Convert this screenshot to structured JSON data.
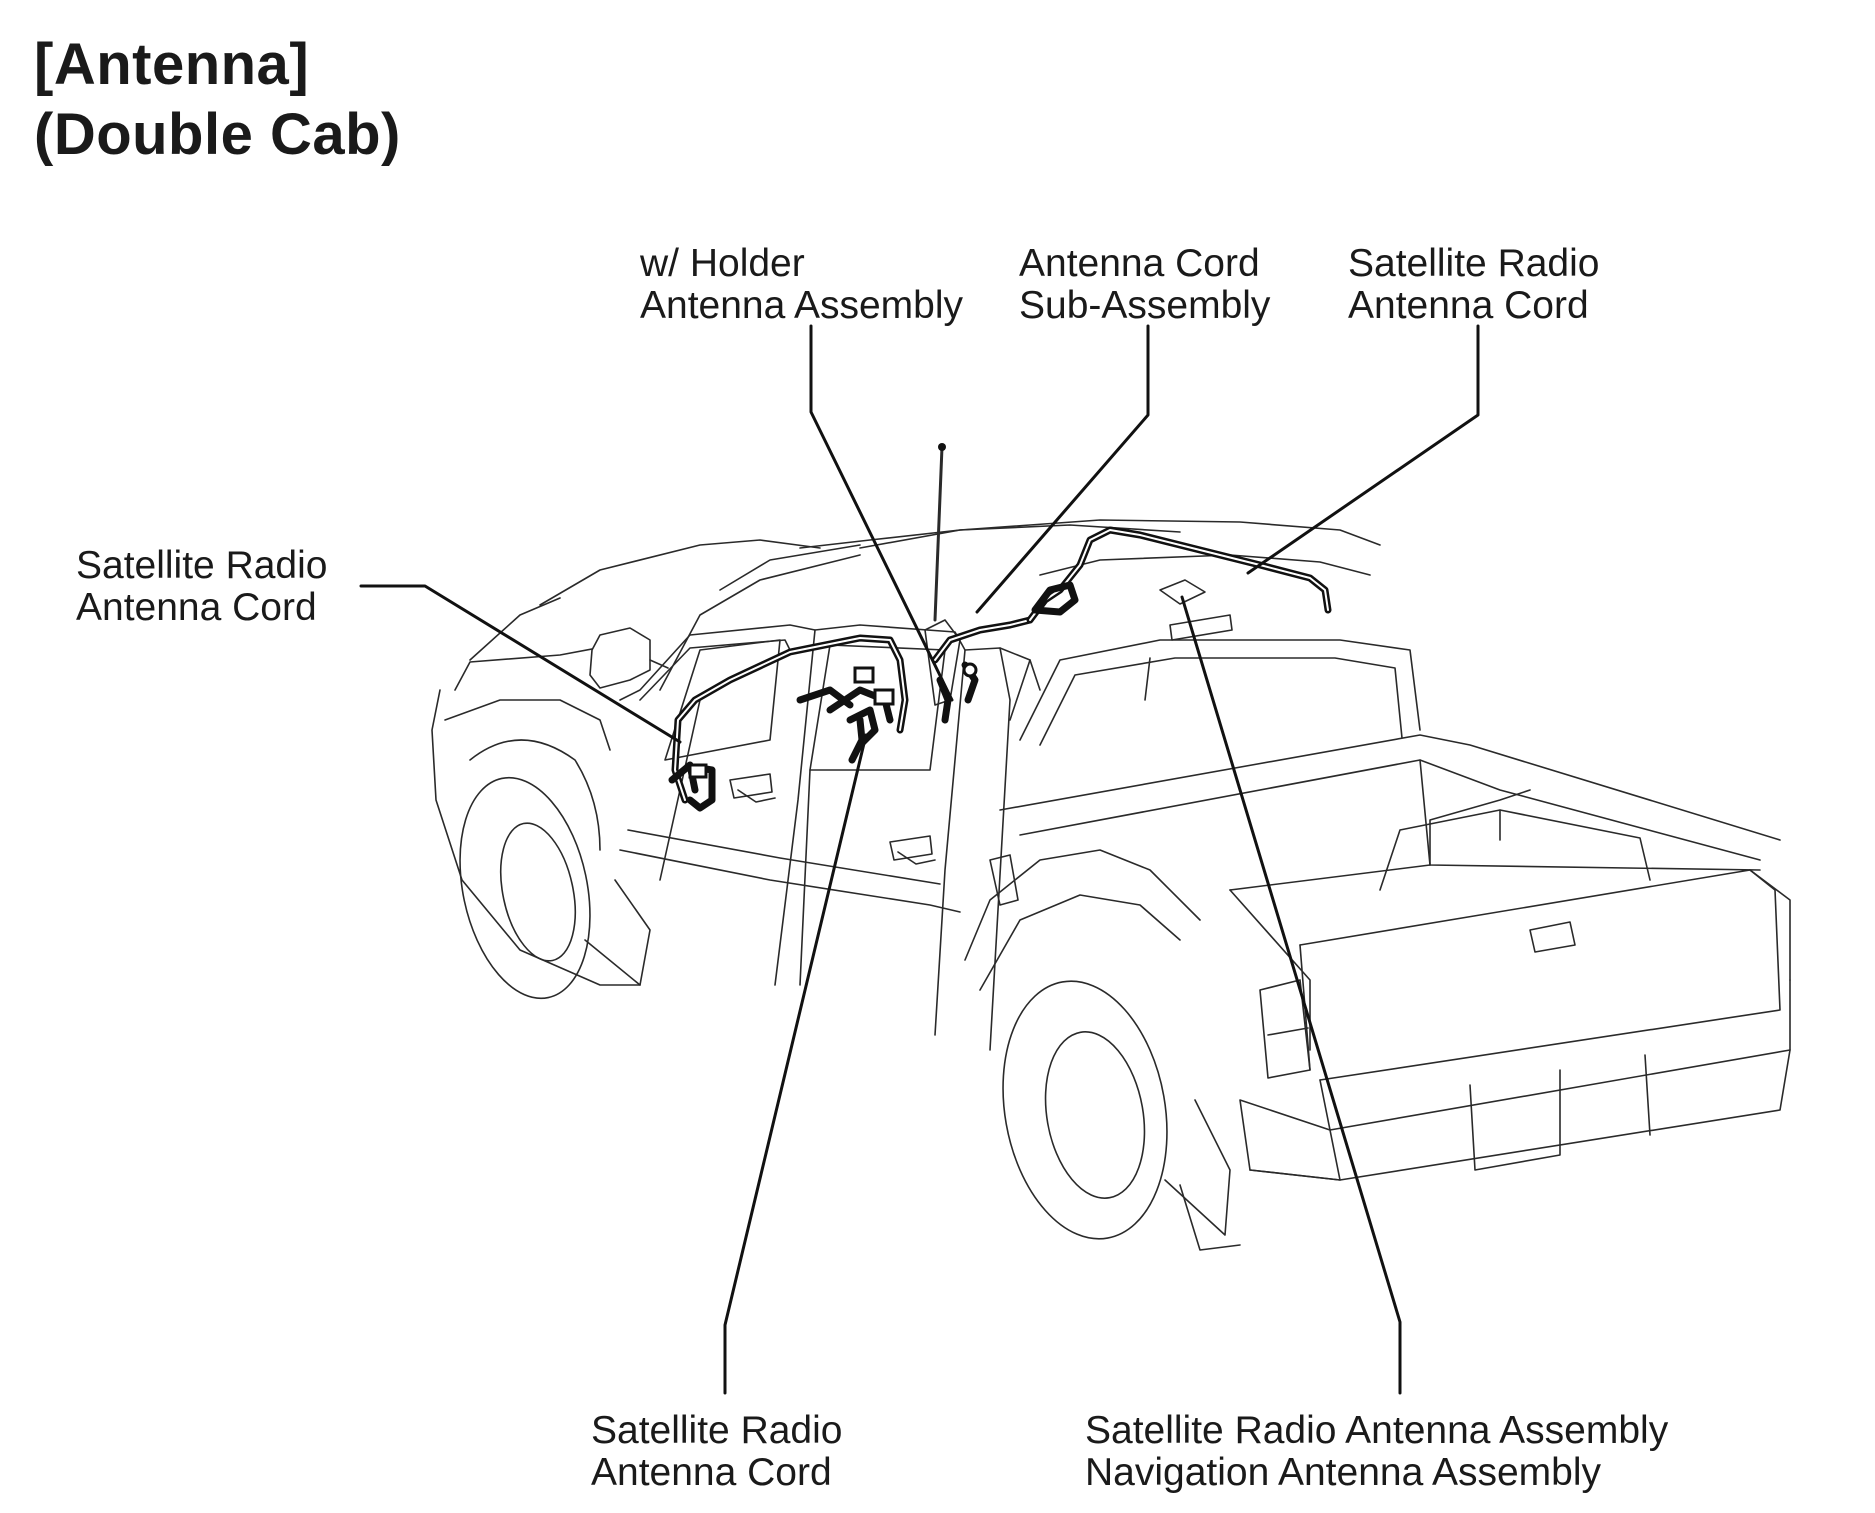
{
  "title": {
    "line1": "[Antenna]",
    "line2": "(Double Cab)"
  },
  "labels": {
    "holder_antenna": {
      "line1": "w/ Holder",
      "line2": "Antenna Assembly"
    },
    "antenna_cord_sub": {
      "line1": "Antenna Cord",
      "line2": "Sub-Assembly"
    },
    "sat_cord_top": {
      "line1": "Satellite Radio",
      "line2": "Antenna Cord"
    },
    "sat_cord_left": {
      "line1": "Satellite Radio",
      "line2": "Antenna Cord"
    },
    "sat_cord_bottom": {
      "line1": "Satellite Radio",
      "line2": "Antenna Cord"
    },
    "sat_nav_assembly": {
      "line1": "Satellite Radio Antenna Assembly",
      "line2": "Navigation Antenna Assembly"
    }
  },
  "colors": {
    "line": "#111111",
    "outline": "#2a2a2a",
    "background": "#ffffff"
  }
}
